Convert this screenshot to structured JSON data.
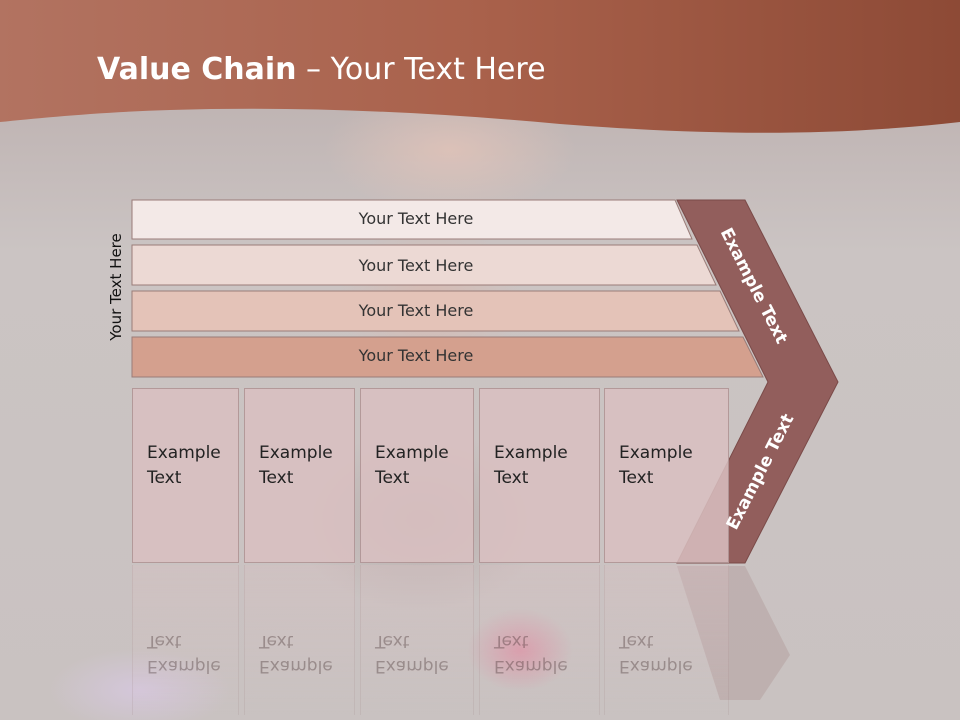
{
  "slide": {
    "title_bold": "Value Chain",
    "title_rest": " – Your Text Here",
    "side_label": "Your Text Here",
    "bars": [
      {
        "label": "Your Text Here"
      },
      {
        "label": "Your Text Here"
      },
      {
        "label": "Your Text Here"
      },
      {
        "label": "Your Text Here"
      }
    ],
    "boxes": [
      {
        "line1": "Example",
        "line2": "Text"
      },
      {
        "line1": "Example",
        "line2": "Text"
      },
      {
        "line1": "Example",
        "line2": "Text"
      },
      {
        "line1": "Example",
        "line2": "Text"
      },
      {
        "line1": "Example",
        "line2": "Text"
      }
    ],
    "chevron_upper": "Example Text",
    "chevron_lower": "Example Text"
  },
  "colors": {
    "header": "#a9614b",
    "bar1": "#f3e9e7",
    "bar2": "#ecd9d4",
    "bar3": "#e4c3b8",
    "bar4": "#d4a08e",
    "chevron": "#925e5c",
    "box": "#d9bfc1"
  }
}
